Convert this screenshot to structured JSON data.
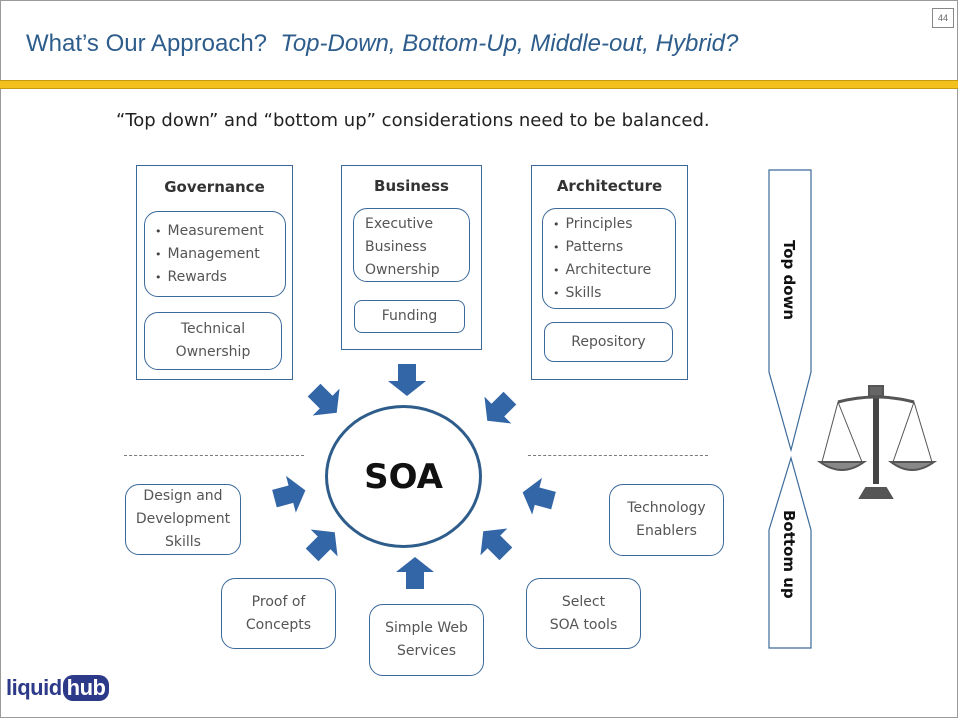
{
  "page": {
    "number": "44"
  },
  "title": {
    "main": "What’s Our Approach?",
    "italic": "Top-Down, Bottom-Up, Middle-out, Hybrid?"
  },
  "subtitle": "“Top down” and “bottom up” considerations need to be balanced.",
  "governance": {
    "title": "Governance",
    "items": [
      "Measurement",
      "Management",
      "Rewards"
    ],
    "technical_ownership": [
      "Technical",
      "Ownership"
    ]
  },
  "business": {
    "title": "Business",
    "executive": [
      "Executive",
      "Business",
      "Ownership"
    ],
    "funding": "Funding"
  },
  "architecture": {
    "title": "Architecture",
    "items": [
      "Principles",
      "Patterns",
      "Architecture",
      "Skills"
    ],
    "repository": "Repository"
  },
  "center": {
    "label": "SOA"
  },
  "bottom_items": {
    "design_dev": [
      "Design and",
      "Development",
      "Skills"
    ],
    "proof": [
      "Proof of",
      "Concepts"
    ],
    "simple_web": [
      "Simple Web",
      "Services"
    ],
    "select_soa": [
      "Select",
      "SOA tools"
    ],
    "tech_enablers": [
      "Technology",
      "Enablers"
    ]
  },
  "side": {
    "top_down": "Top down",
    "bottom_up": "Bottom up"
  },
  "logo": {
    "left": "liquid",
    "right": "hub"
  },
  "colors": {
    "title": "#2e5d8c",
    "accent_bar": "#f2c11e",
    "arrow": "#3366a6",
    "border": "#3b6a9a"
  }
}
